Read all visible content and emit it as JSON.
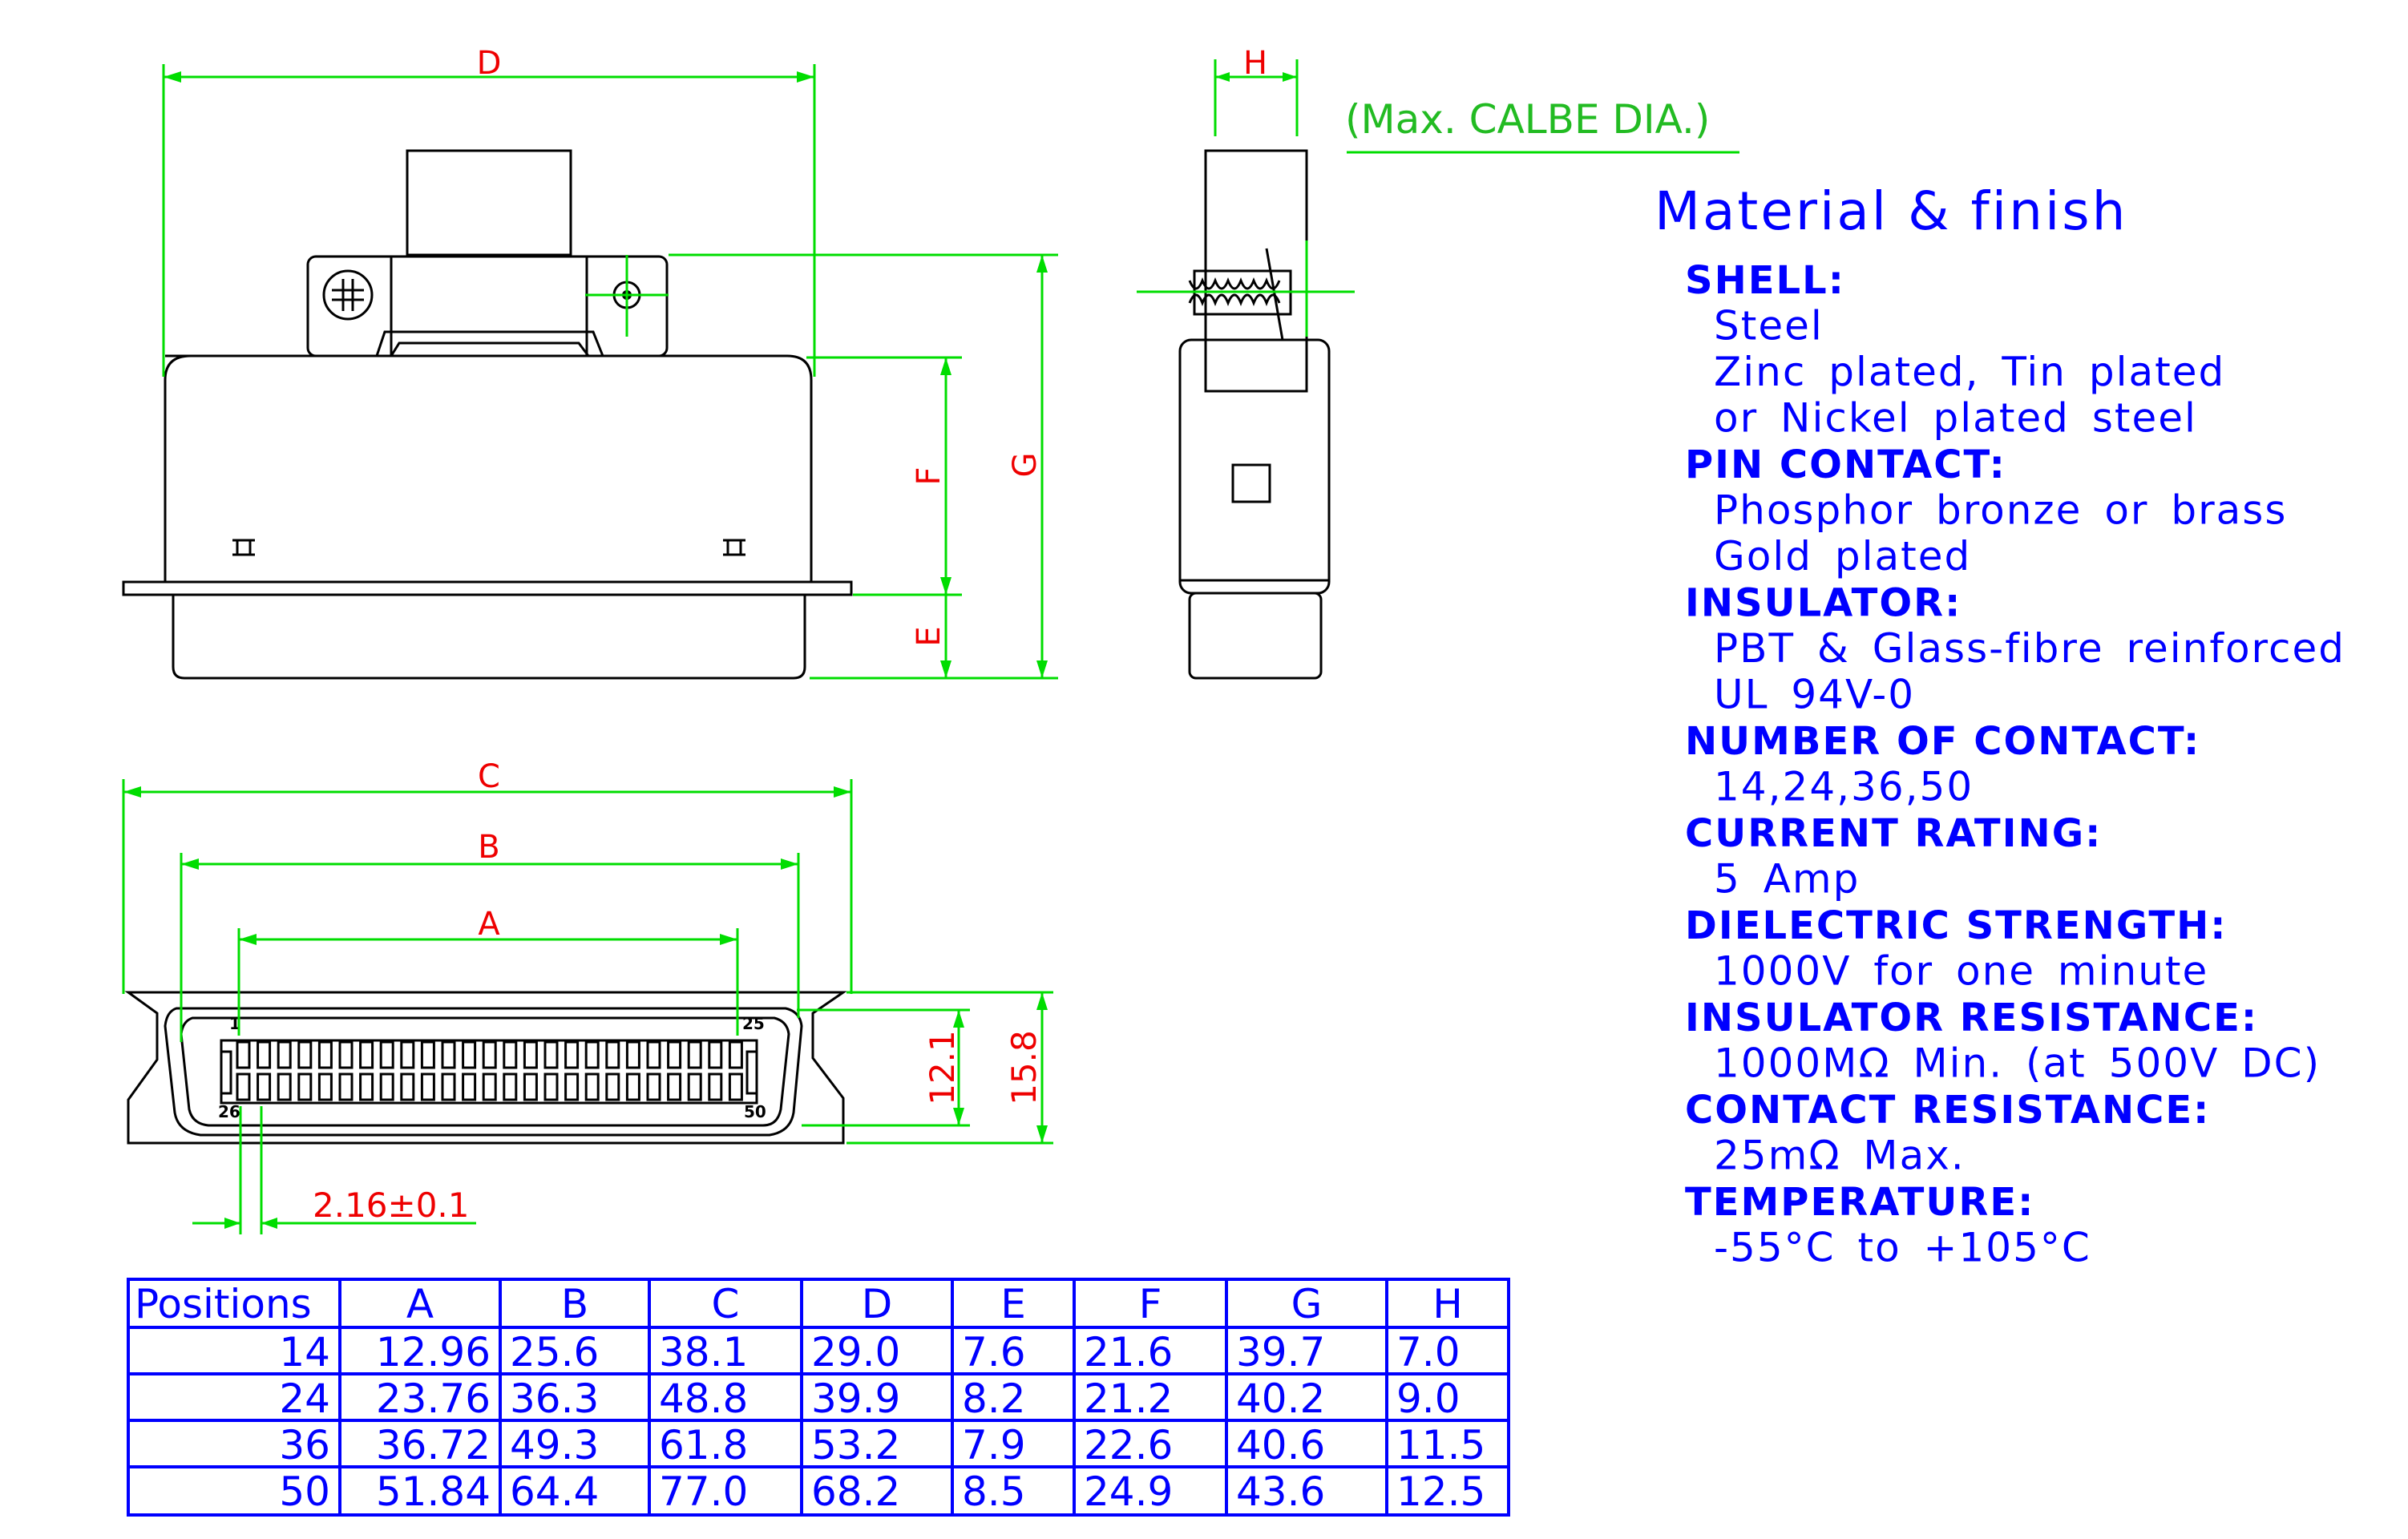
{
  "dimension_labels": {
    "D": "D",
    "H": "H",
    "F": "F",
    "G": "G",
    "E": "E",
    "C": "C",
    "B": "B",
    "A": "A",
    "h12": "12.1",
    "h15": "15.8",
    "pitch": "2.16±0.1",
    "cable_note": "(Max. CALBE DIA.)",
    "pin1": "1",
    "pin25": "25",
    "pin26": "26",
    "pin50": "50"
  },
  "material": {
    "heading": "Material & finish",
    "items": [
      {
        "label": "SHELL:",
        "lines": [
          "Steel",
          "Zinc plated, Tin plated",
          "or Nickel plated steel"
        ]
      },
      {
        "label": "PIN CONTACT:",
        "lines": [
          "Phosphor bronze or brass",
          "Gold plated"
        ]
      },
      {
        "label": "INSULATOR:",
        "lines": [
          "PBT & Glass-fibre reinforced",
          "UL 94V-0"
        ]
      },
      {
        "label": "NUMBER OF CONTACT:",
        "lines": [
          "14,24,36,50"
        ]
      },
      {
        "label": "CURRENT RATING:",
        "lines": [
          "5 Amp"
        ]
      },
      {
        "label": "DIELECTRIC STRENGTH:",
        "lines": [
          "1000V for one minute"
        ]
      },
      {
        "label": "INSULATOR RESISTANCE:",
        "lines": [
          "1000MΩ Min. (at 500V DC)"
        ]
      },
      {
        "label": "CONTACT RESISTANCE:",
        "lines": [
          "25mΩ Max."
        ]
      },
      {
        "label": "TEMPERATURE:",
        "lines": [
          "-55°C to +105°C"
        ]
      }
    ]
  },
  "table": {
    "headers": [
      "Positions",
      "A",
      "B",
      "C",
      "D",
      "E",
      "F",
      "G",
      "H"
    ],
    "rows": [
      [
        "14",
        "12.96",
        "25.6",
        "38.1",
        "29.0",
        "7.6",
        "21.6",
        "39.7",
        "7.0"
      ],
      [
        "24",
        "23.76",
        "36.3",
        "48.8",
        "39.9",
        "8.2",
        "21.2",
        "40.2",
        "9.0"
      ],
      [
        "36",
        "36.72",
        "49.3",
        "61.8",
        "53.2",
        "7.9",
        "22.6",
        "40.6",
        "11.5"
      ],
      [
        "50",
        "51.84",
        "64.4",
        "77.0",
        "68.2",
        "8.5",
        "24.9",
        "43.6",
        "12.5"
      ]
    ]
  },
  "colors": {
    "dimension_lines": "#00dd00",
    "dimension_text": "#ee0000",
    "spec_text": "#0000ff",
    "outline": "#000000"
  }
}
